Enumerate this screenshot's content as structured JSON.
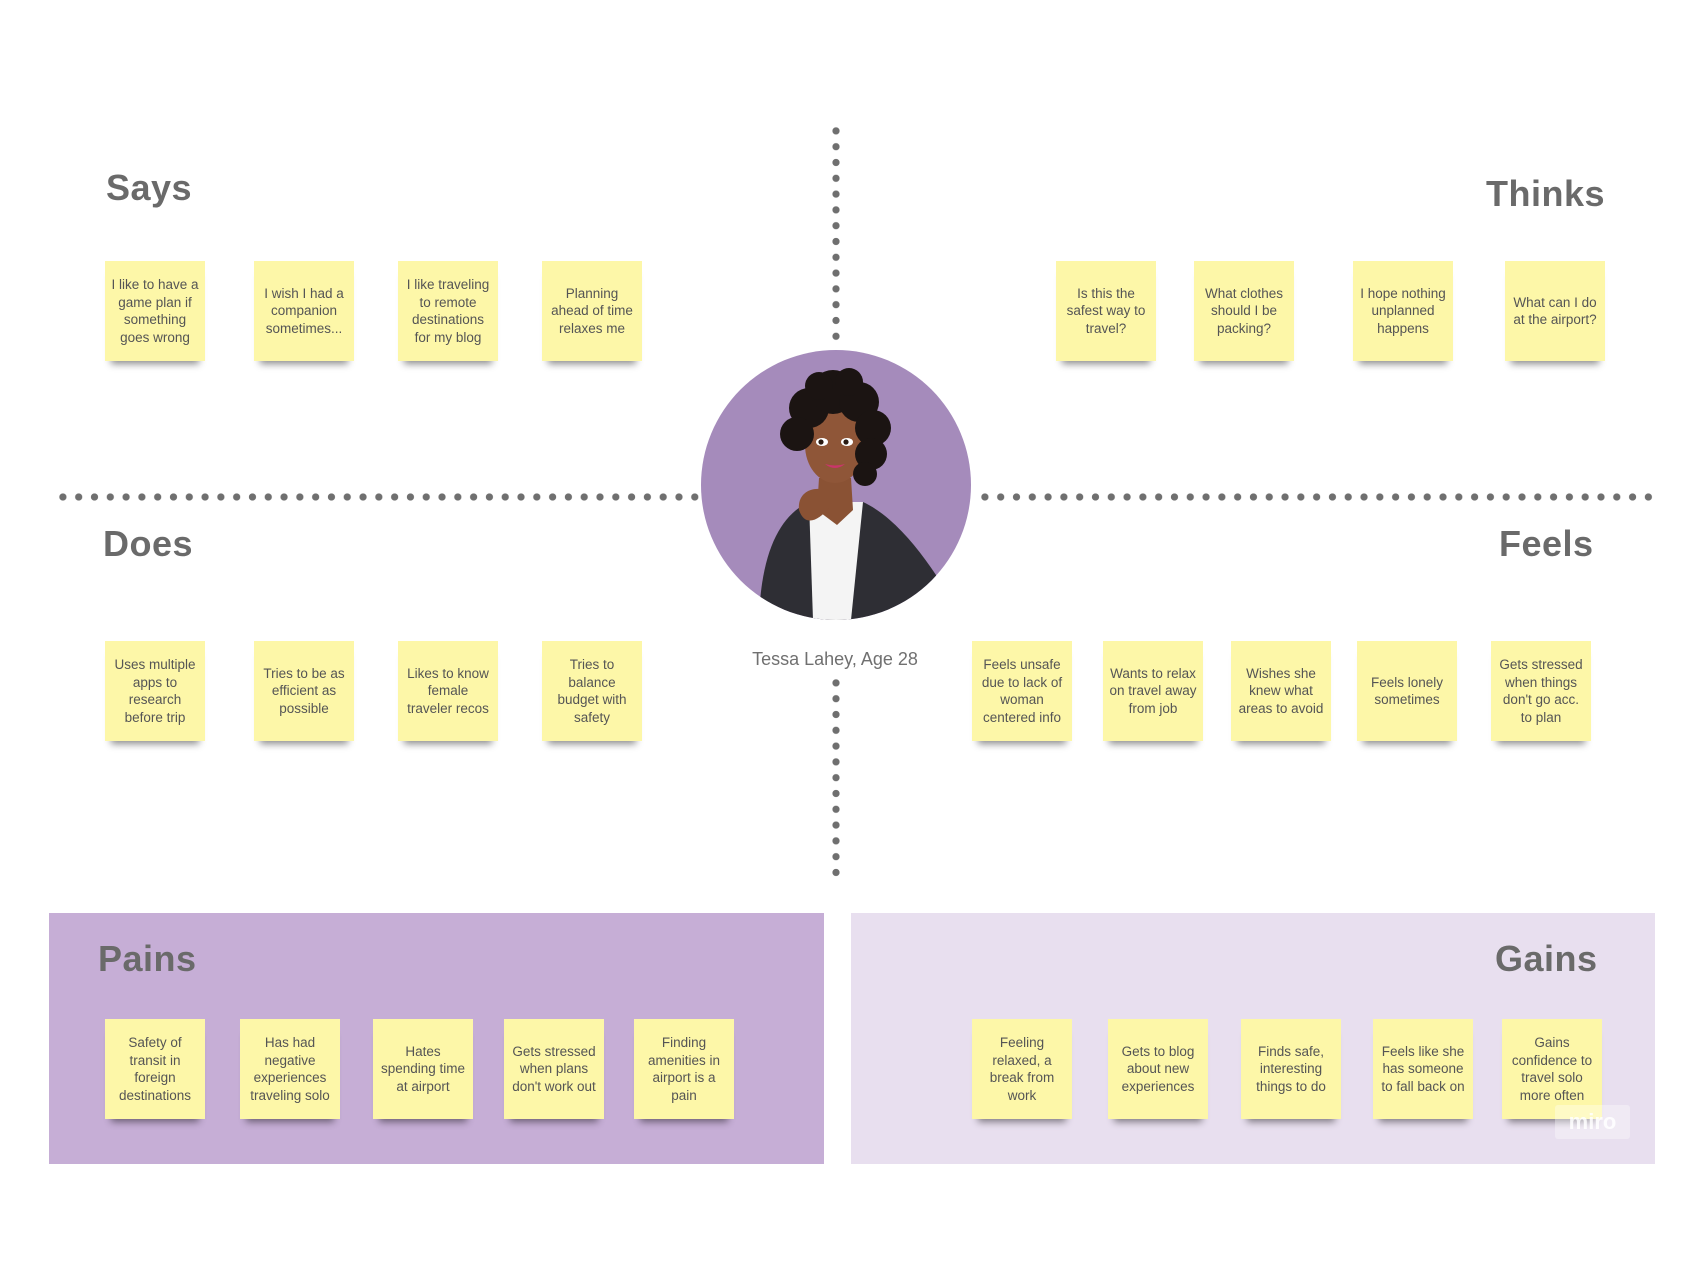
{
  "says": {
    "title": "Says",
    "notes": [
      "I like to have a game plan if something goes wrong",
      "I wish I had a companion sometimes...",
      "I like traveling to remote destinations for my blog",
      "Planning ahead of time relaxes me"
    ]
  },
  "thinks": {
    "title": "Thinks",
    "notes": [
      "Is this the safest way to travel?",
      "What clothes should I be packing?",
      "I hope nothing unplanned happens",
      "What can I do at the airport?"
    ]
  },
  "does": {
    "title": "Does",
    "notes": [
      "Uses multiple apps to research before trip",
      "Tries to be as efficient as possible",
      "Likes to know female traveler recos",
      "Tries to balance budget with safety"
    ]
  },
  "feels": {
    "title": "Feels",
    "notes": [
      "Feels unsafe due to lack of woman centered info",
      "Wants to relax on travel away from job",
      "Wishes she knew what areas to avoid",
      "Feels lonely sometimes",
      "Gets stressed when things don't go acc. to plan"
    ]
  },
  "pains": {
    "title": "Pains",
    "notes": [
      "Safety of transit in foreign destinations",
      "Has had negative experiences traveling solo",
      "Hates spending time at airport",
      "Gets stressed when plans don't work out",
      "Finding amenities in airport is a pain"
    ]
  },
  "gains": {
    "title": "Gains",
    "notes": [
      "Feeling relaxed, a break from work",
      "Gets to blog about new experiences",
      "Finds safe, interesting things to do",
      "Feels like she has someone to fall back on",
      "Gains confidence to travel solo more often"
    ]
  },
  "persona": {
    "caption": "Tessa Lahey, Age 28"
  },
  "watermark": "miro",
  "colors": {
    "note": "#fdf7a8",
    "pains_panel": "#c6aed6",
    "gains_panel": "#e8dfef",
    "avatar_bg": "#a58bbb",
    "title_text": "#6a6a6a"
  }
}
